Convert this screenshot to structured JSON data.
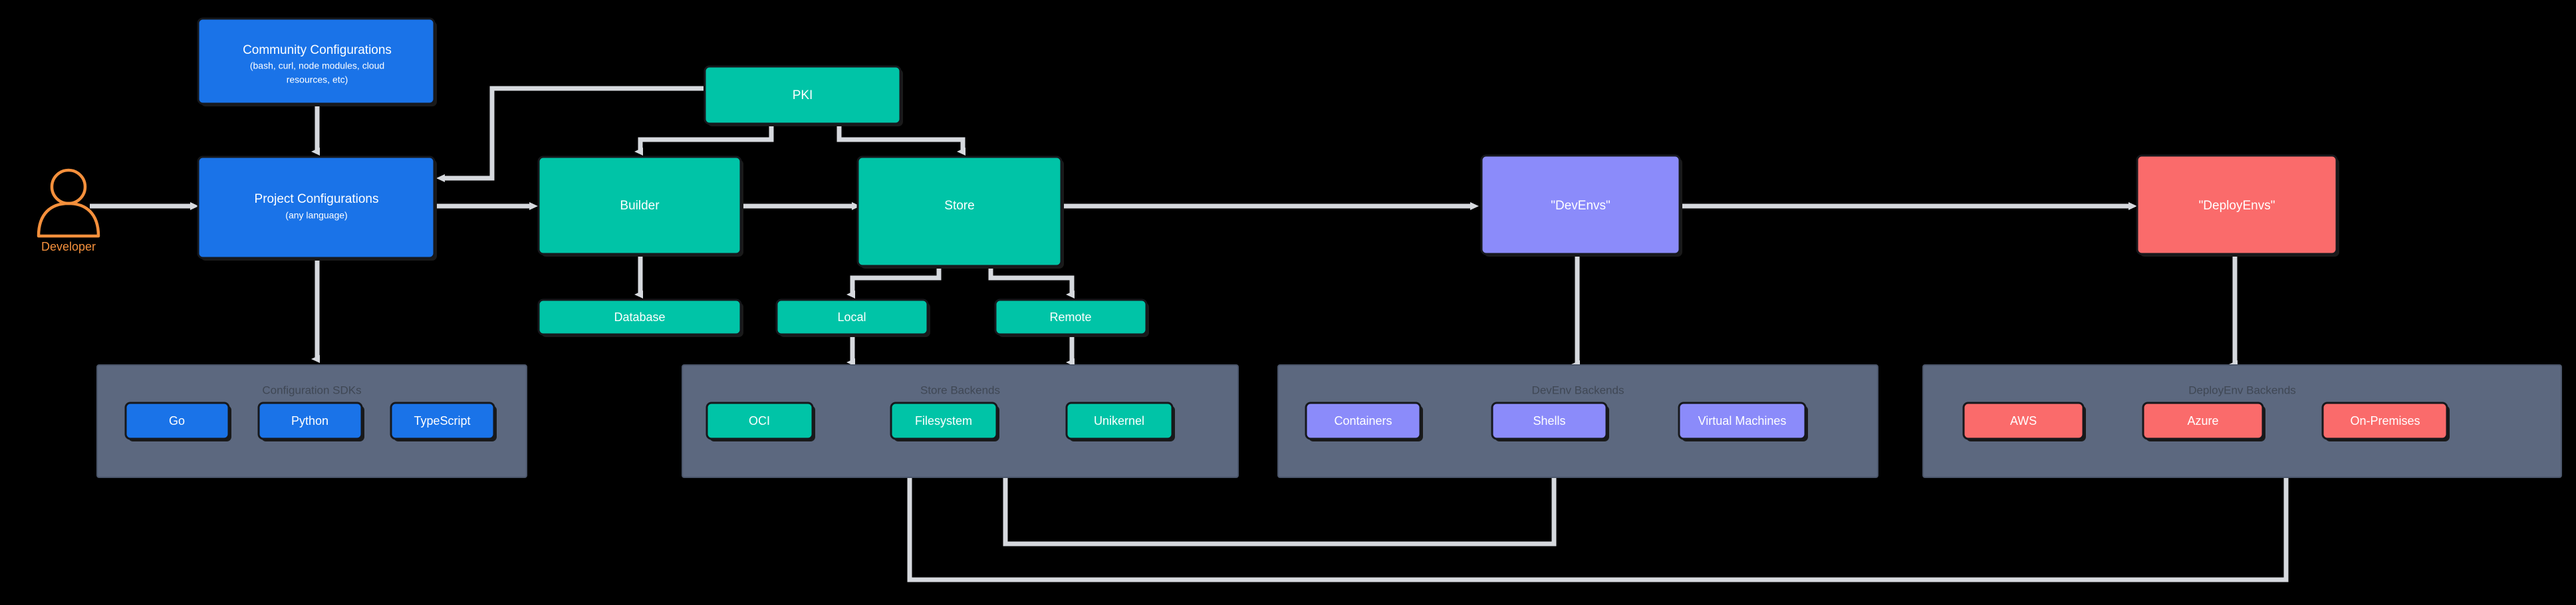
{
  "diagram": {
    "background_color": "#000000",
    "edge_color": "#d6d9de",
    "cluster_fill": "#5c687f",
    "cluster_label_color": "#3f4754"
  },
  "actor": {
    "name": "developer-actor",
    "label": "Developer",
    "color": "#f5903c",
    "icon": "person-outline-icon"
  },
  "nodes": {
    "community_configurations": {
      "label": "Community Configurations",
      "sublabel": "(bash, curl, node modules, cloud",
      "sublabel2": "resources, etc)",
      "color": "#1a73e8"
    },
    "project_configurations": {
      "label": "Project Configurations",
      "sublabel": "(any language)",
      "color": "#1a73e8"
    },
    "pki": {
      "label": "PKI",
      "color": "#00c4a7"
    },
    "builder": {
      "label": "Builder",
      "color": "#00c4a7"
    },
    "store": {
      "label": "Store",
      "color": "#00c4a7"
    },
    "database": {
      "label": "Database",
      "color": "#00c4a7"
    },
    "local": {
      "label": "Local",
      "color": "#00c4a7"
    },
    "remote": {
      "label": "Remote",
      "color": "#00c4a7"
    },
    "devenvs": {
      "label": "\"DevEnvs\"",
      "color": "#8b8bfa"
    },
    "deployenvs": {
      "label": "\"DeployEnvs\"",
      "color": "#fa6b6b"
    }
  },
  "clusters": [
    {
      "id": "configuration-sdks",
      "label": "Configuration SDKs",
      "color": "#1a73e8",
      "items": [
        {
          "label": "Go"
        },
        {
          "label": "Python"
        },
        {
          "label": "TypeScript"
        }
      ]
    },
    {
      "id": "store-backends",
      "label": "Store Backends",
      "color": "#00c4a7",
      "items": [
        {
          "label": "OCI"
        },
        {
          "label": "Filesystem"
        },
        {
          "label": "Unikernel"
        }
      ]
    },
    {
      "id": "devenv-backends",
      "label": "DevEnv Backends",
      "color": "#8b8bfa",
      "items": [
        {
          "label": "Containers"
        },
        {
          "label": "Shells"
        },
        {
          "label": "Virtual Machines"
        }
      ]
    },
    {
      "id": "deployenv-backends",
      "label": "DeployEnv Backends",
      "color": "#fa6b6b",
      "items": [
        {
          "label": "AWS"
        },
        {
          "label": "Azure"
        },
        {
          "label": "On-Premises"
        }
      ]
    }
  ]
}
